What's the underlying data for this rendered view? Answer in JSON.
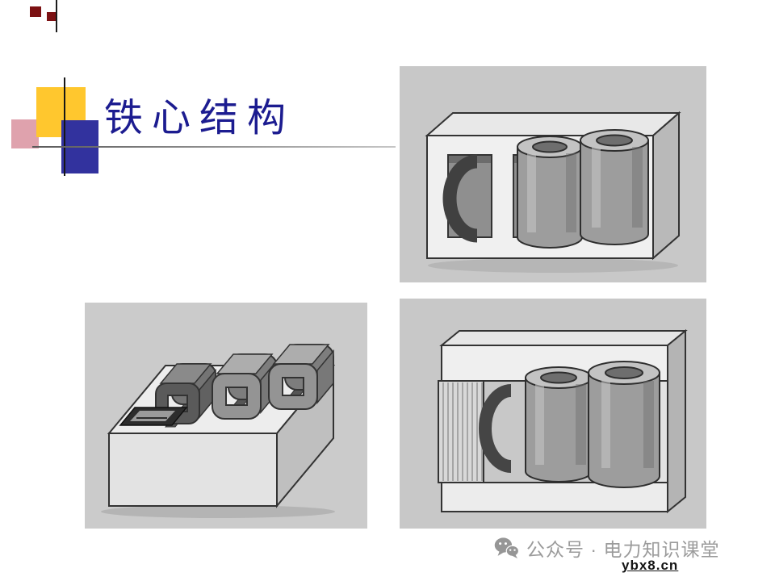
{
  "slide": {
    "title": "铁心结构"
  },
  "footer": {
    "watermark": "公众号 · 电力知识课堂",
    "site": "ybx8.cn"
  },
  "colors": {
    "title_text": "#1c1c90",
    "accent_yellow": "#ffc72e",
    "accent_blue": "#32329e",
    "accent_pink": "#dc98a4",
    "accent_maroon": "#7c1113",
    "watermark_gray": "#9b9b9b",
    "photo_background": "#c8c8c8"
  }
}
